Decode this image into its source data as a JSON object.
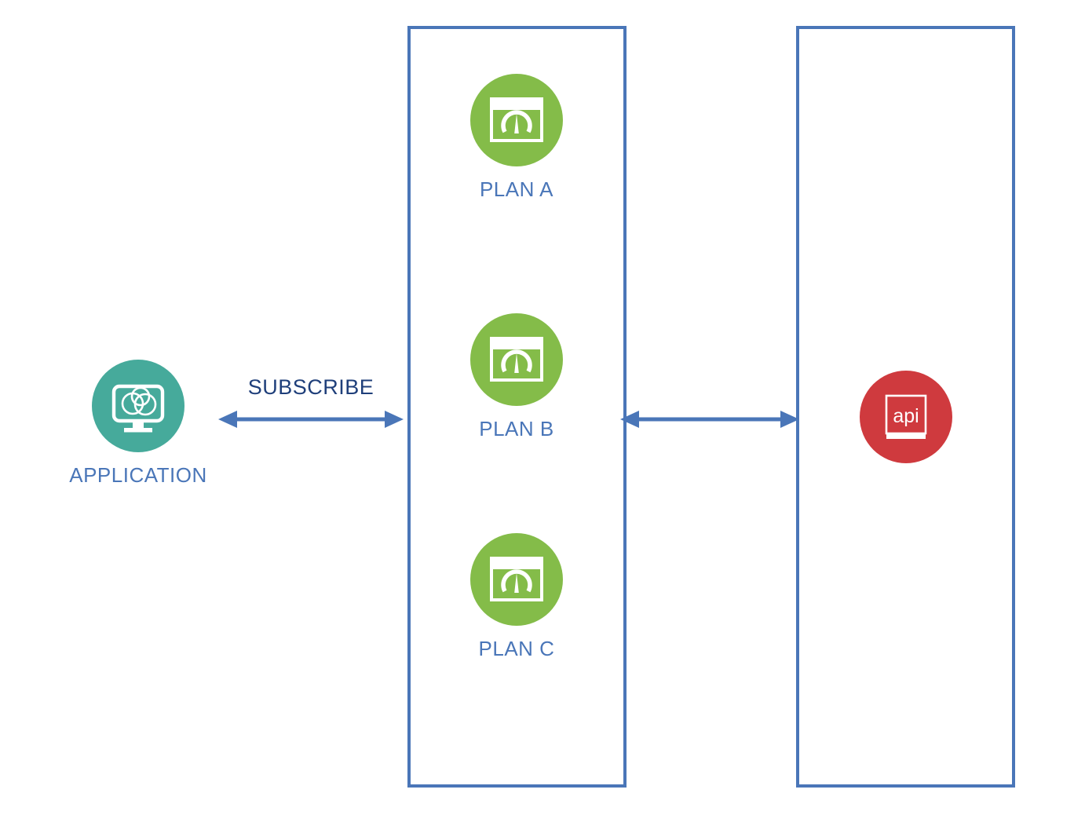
{
  "diagram": {
    "title": "API plan subscription diagram",
    "colors": {
      "application": "#46aa9b",
      "plan": "#84bc49",
      "api": "#cf3a3e",
      "box_border": "#4a76b8",
      "arrow": "#4a76b8",
      "label": "#4a76b8",
      "arrow_label": "#1f3f7a",
      "background": "#ffffff"
    }
  },
  "application": {
    "label": "APPLICATION",
    "icon": "cloud-monitor-icon"
  },
  "plans_container": {
    "label": "",
    "plans": [
      {
        "label": "PLAN A",
        "icon": "plan-gauge-icon"
      },
      {
        "label": "PLAN B",
        "icon": "plan-gauge-icon"
      },
      {
        "label": "PLAN C",
        "icon": "plan-gauge-icon"
      }
    ]
  },
  "api_container": {
    "label": "",
    "api": {
      "label": "",
      "icon": "api-square-icon",
      "icon_text": "api"
    }
  },
  "arrows": [
    {
      "name": "subscribe-arrow",
      "label": "SUBSCRIBE",
      "direction": "bidirectional"
    },
    {
      "name": "gateway-arrow",
      "label": "",
      "direction": "bidirectional"
    }
  ]
}
